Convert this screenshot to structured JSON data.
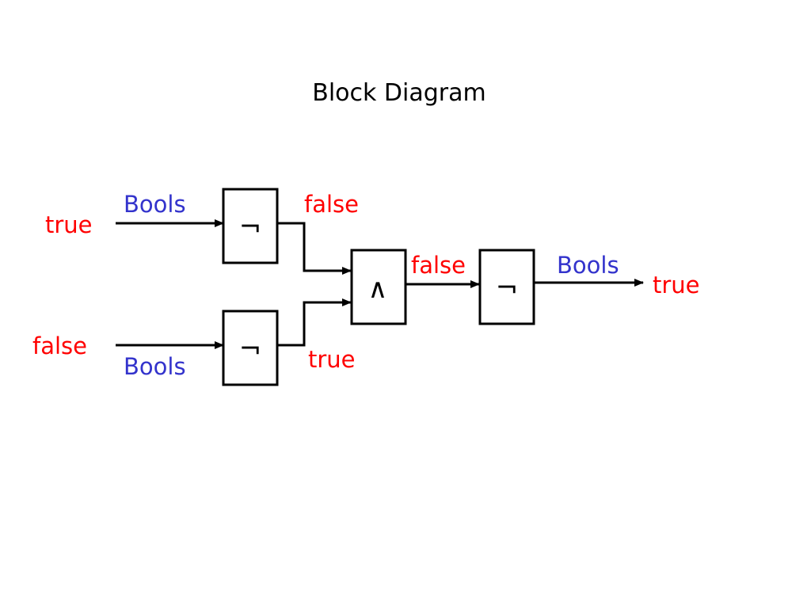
{
  "title": "Block Diagram",
  "colors": {
    "value": "#ff0000",
    "type": "#3333cc",
    "line": "#000000"
  },
  "gates": {
    "not_top": "¬",
    "not_bottom": "¬",
    "and": "∧",
    "not_out": "¬"
  },
  "labels": {
    "input_top_value": "true",
    "input_top_type": "Bools",
    "not_top_output_value": "false",
    "input_bottom_value": "false",
    "input_bottom_type": "Bools",
    "not_bottom_output_value": "true",
    "and_output_value": "false",
    "output_type": "Bools",
    "output_value": "true"
  }
}
